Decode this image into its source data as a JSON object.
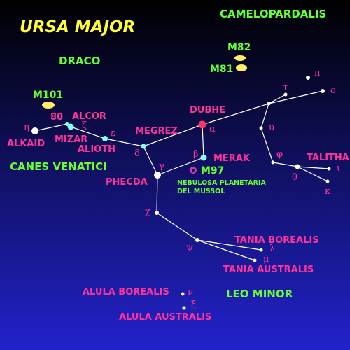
{
  "map": {
    "title": "URSA MAJOR",
    "colors": {
      "title": "#ffff33",
      "constellation": "#66ff33",
      "star_label": "#ff3399",
      "greek": "#ff3399",
      "line": "#ffffff",
      "background_top": "#000000",
      "background_bottom": "#2222cc",
      "galaxy": "#ffee66",
      "nebula": "#cc33cc",
      "nebula_note": "#66ff33"
    },
    "constellations": [
      "CAMELOPARDALIS",
      "DRACO",
      "CANES VENATICI",
      "LEO MINOR"
    ],
    "galaxies": [
      "M82",
      "M81",
      "M101"
    ],
    "star_names": [
      "DUBHE",
      "MEGREZ",
      "MERAK",
      "PHECDA",
      "ALCOR",
      "MIZAR",
      "ALIOTH",
      "ALKAID",
      "80",
      "TALITHA",
      "TANIA BOREALIS",
      "TANIA AUSTRALIS",
      "ALULA BOREALIS",
      "ALULA AUSTRALIS"
    ],
    "greek_letters": [
      "α",
      "β",
      "γ",
      "δ",
      "ε",
      "ζ",
      "η",
      "χ",
      "ψ",
      "λ",
      "μ",
      "ν",
      "ξ",
      "υ",
      "φ",
      "θ",
      "ι",
      "κ",
      "τ",
      "π",
      "ο"
    ],
    "nebula": {
      "name": "M97",
      "note_line1": "NEBULOSA PLANETÀRIA",
      "note_line2": "DEL MUSSOL"
    }
  }
}
